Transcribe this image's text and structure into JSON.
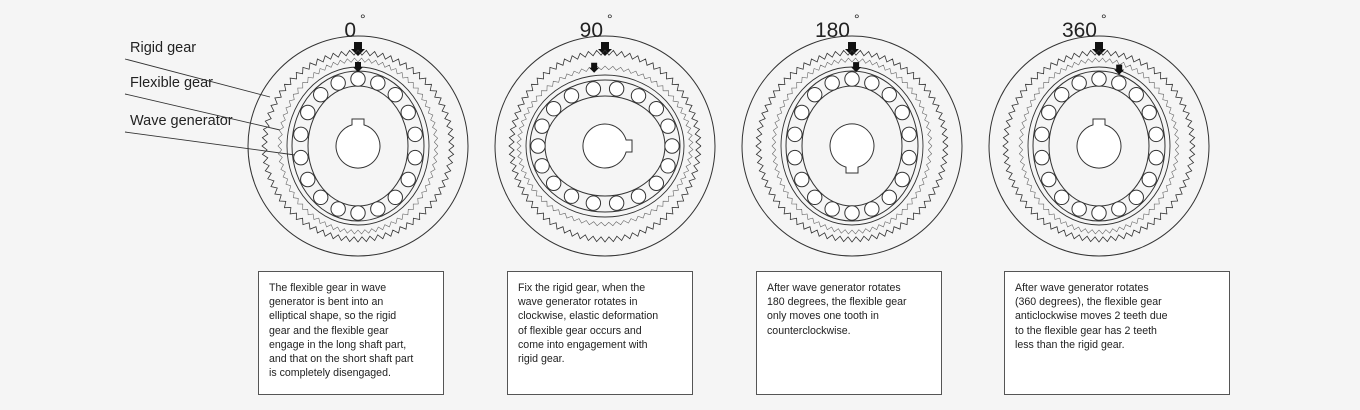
{
  "legend": {
    "rigid_gear": "Rigid gear",
    "flexible_gear": "Flexible gear",
    "wave_generator": "Wave generator"
  },
  "stages": [
    {
      "angle": "0",
      "degree_symbol": "°",
      "caption": "The flexible gear in wave\ngenerator is bent into an\nelliptical shape, so the rigid\ngear and the flexible gear\nengage in the long shaft part,\nand that on the short shaft part\nis completely disengaged."
    },
    {
      "angle": "90",
      "degree_symbol": "°",
      "caption": "Fix the rigid gear, when the\nwave generator rotates in\nclockwise, elastic deformation\nof flexible gear occurs and\ncome into engagement with\nrigid gear."
    },
    {
      "angle": "180",
      "degree_symbol": "°",
      "caption": "After wave generator rotates\n180 degrees, the flexible gear\nonly moves one tooth in\ncounterclockwise."
    },
    {
      "angle": "360",
      "degree_symbol": "°",
      "caption": "After wave generator rotates\n(360 degrees), the flexible gear\nanticlockwise moves 2 teeth due\nto the flexible gear has 2 teeth\nless than the rigid gear."
    }
  ],
  "colors": {
    "background": "#f5f5f5",
    "line": "#333333",
    "ball_fill": "#ffffff",
    "caption_border": "#555555"
  }
}
